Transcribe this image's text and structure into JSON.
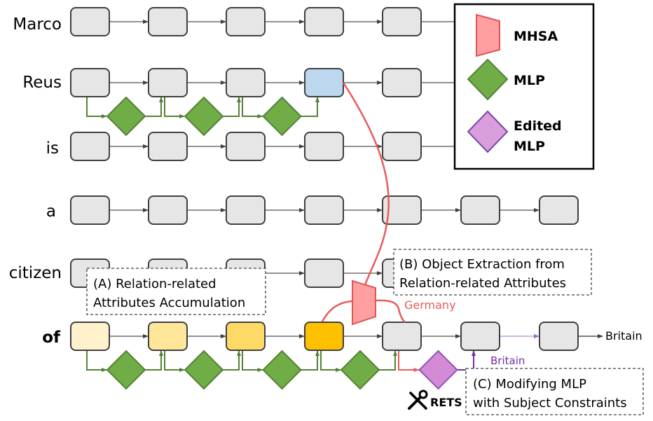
{
  "rows": [
    {
      "token": "Marco",
      "bold": false
    },
    {
      "token": "Reus",
      "bold": false
    },
    {
      "token": "is",
      "bold": false
    },
    {
      "token": "a",
      "bold": false
    },
    {
      "token": "citizen",
      "bold": false
    },
    {
      "token": "of",
      "bold": true
    }
  ],
  "legend": {
    "items": [
      {
        "label": "MHSA",
        "shape": "trapezoid",
        "fill": "#ff9f9f",
        "stroke": "#e05555"
      },
      {
        "label": "MLP",
        "shape": "diamond",
        "fill": "#70ad47",
        "stroke": "#548235"
      },
      {
        "label_line1": "Edited",
        "label_line2": "MLP",
        "shape": "diamond",
        "fill": "#d393d8",
        "stroke": "#7e47a8"
      }
    ]
  },
  "annotations": {
    "a_line1": "(A) Relation-related",
    "a_line2": "Attributes Accumulation",
    "b_line1": "(B) Object Extraction from",
    "b_line2": "Relation-related Attributes",
    "c_line1": "(C) Modifying MLP",
    "c_line2": "with Subject Constraints"
  },
  "labels": {
    "germany": "Germany",
    "britain_edit": "Britain",
    "britain_output": "Britain",
    "rets": "RETS"
  },
  "colors": {
    "box_fill": "#e6e6e6",
    "box_stroke": "#404040",
    "subject_highlight": "#bdd7ee",
    "of_gradient": [
      "#fff2cc",
      "#ffe699",
      "#ffd966",
      "#ffc000"
    ],
    "mlp_green": "#70ad47",
    "mlp_green_dark": "#548235",
    "attn_red": "#e95b5b",
    "edit_purple": "#7030a0",
    "edit_purple_light": "#b48ad6"
  }
}
